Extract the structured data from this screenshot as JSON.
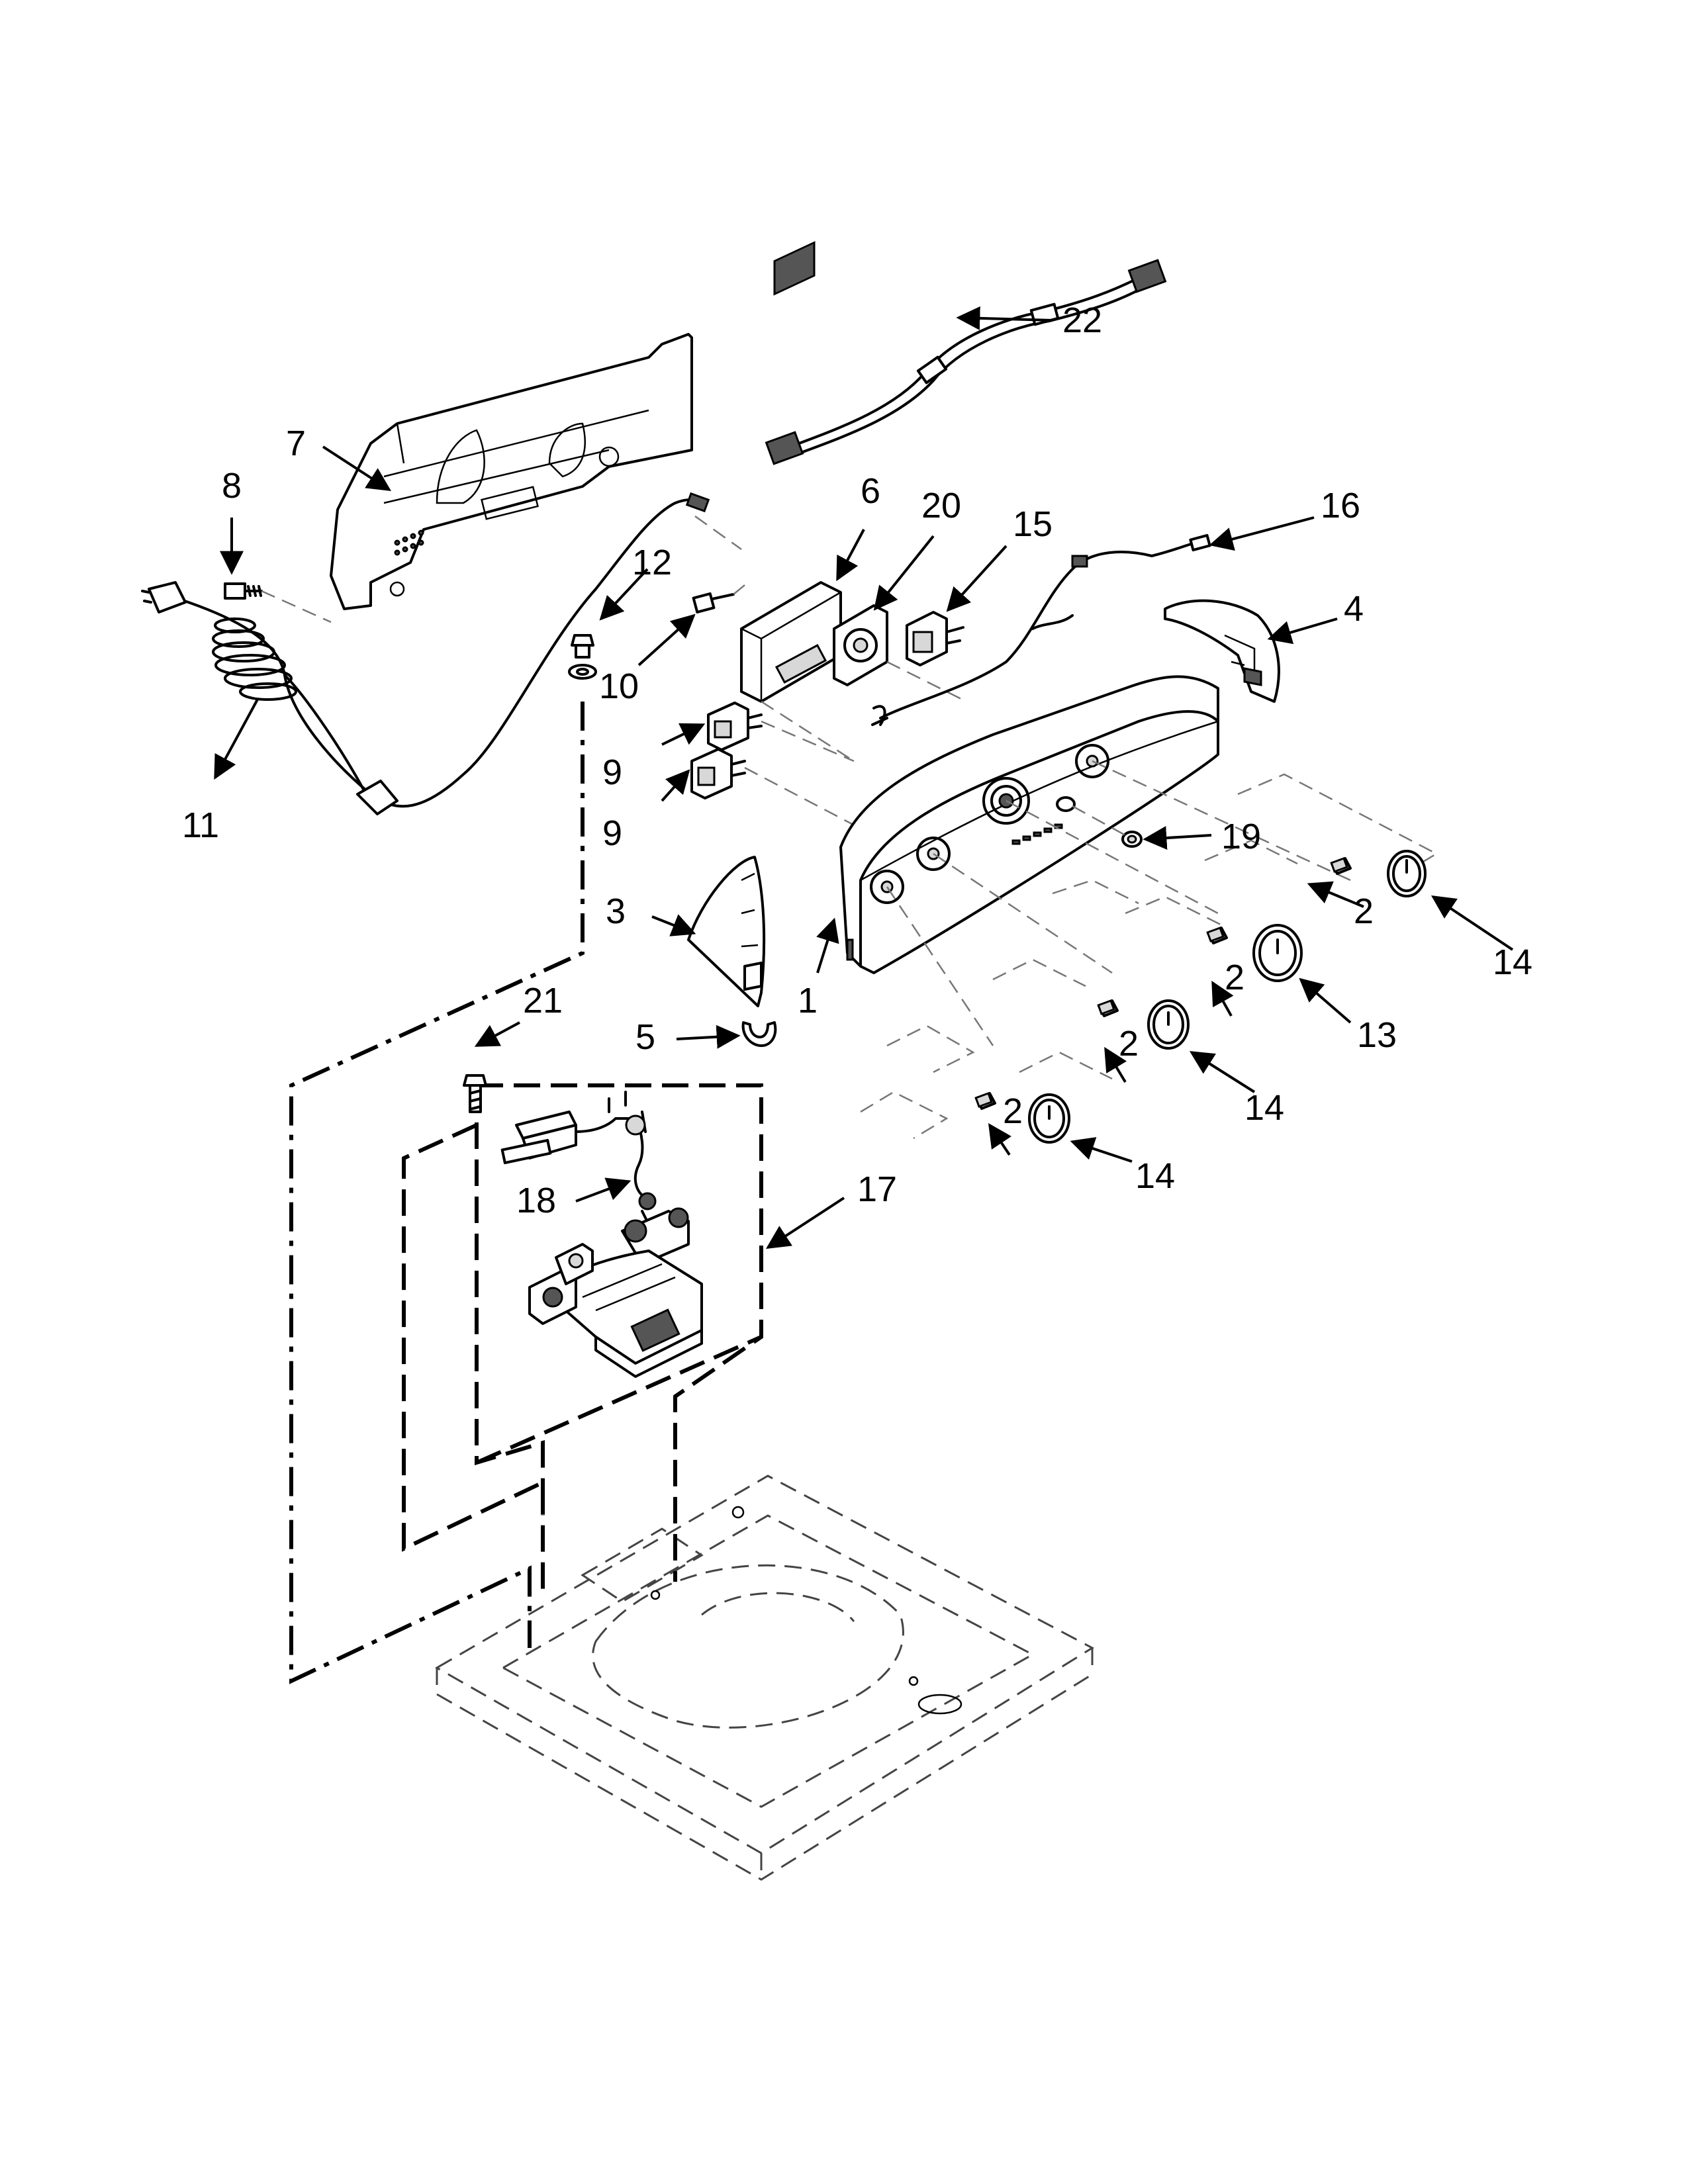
{
  "callouts": {
    "c1": "1",
    "c2a": "2",
    "c2b": "2",
    "c2c": "2",
    "c2d": "2",
    "c3": "3",
    "c4": "4",
    "c5": "5",
    "c6": "6",
    "c7": "7",
    "c8": "8",
    "c9a": "9",
    "c9b": "9",
    "c10": "10",
    "c11": "11",
    "c12": "12",
    "c13": "13",
    "c14a": "14",
    "c14b": "14",
    "c14c": "14",
    "c15": "15",
    "c16": "16",
    "c17": "17",
    "c18": "18",
    "c19": "19",
    "c20": "20",
    "c21": "21",
    "c22": "22"
  }
}
